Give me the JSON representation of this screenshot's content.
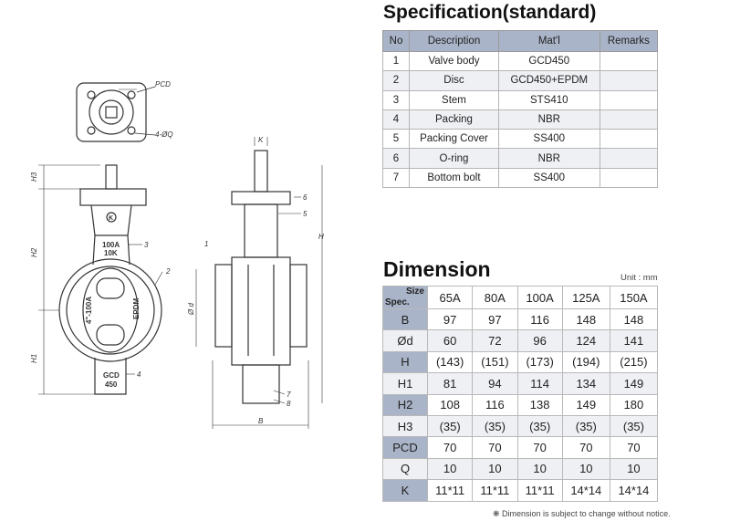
{
  "drawing": {
    "labels": {
      "pcd": "PCD",
      "holes": "4-ØQ",
      "k": "K",
      "h3": "H3",
      "h2": "H2",
      "h1": "H1",
      "h": "H",
      "d": "Ø d",
      "b": "B",
      "body_mark_1": "100A",
      "body_mark_2": "10K",
      "disc_mark_1": "4\"-100A",
      "disc_mark_2": "EPDM",
      "bottom_mark_1": "GCD",
      "bottom_mark_2": "450",
      "logo": "K",
      "n1": "1",
      "n2": "2",
      "n3": "3",
      "n4": "4",
      "n5": "5",
      "n6": "6",
      "n7": "7",
      "n8": "8"
    }
  },
  "specification": {
    "title": "Specification(standard)",
    "headers": [
      "No",
      "Description",
      "Mat'l",
      "Remarks"
    ],
    "rows": [
      [
        "1",
        "Valve body",
        "GCD450",
        ""
      ],
      [
        "2",
        "Disc",
        "GCD450+EPDM",
        ""
      ],
      [
        "3",
        "Stem",
        "STS410",
        ""
      ],
      [
        "4",
        "Packing",
        "NBR",
        ""
      ],
      [
        "5",
        "Packing Cover",
        "SS400",
        ""
      ],
      [
        "6",
        "O-ring",
        "NBR",
        ""
      ],
      [
        "7",
        "Bottom bolt",
        "SS400",
        ""
      ]
    ]
  },
  "dimension": {
    "title": "Dimension",
    "unit": "Unit : mm",
    "corner_size": "Size",
    "corner_spec": "Spec.",
    "sizes": [
      "65A",
      "80A",
      "100A",
      "125A",
      "150A"
    ],
    "rows": [
      {
        "label": "B",
        "values": [
          "97",
          "97",
          "116",
          "148",
          "148"
        ]
      },
      {
        "label": "Ød",
        "values": [
          "60",
          "72",
          "96",
          "124",
          "141"
        ]
      },
      {
        "label": "H",
        "values": [
          "(143)",
          "(151)",
          "(173)",
          "(194)",
          "(215)"
        ]
      },
      {
        "label": "H1",
        "values": [
          "81",
          "94",
          "114",
          "134",
          "149"
        ]
      },
      {
        "label": "H2",
        "values": [
          "108",
          "116",
          "138",
          "149",
          "180"
        ]
      },
      {
        "label": "H3",
        "values": [
          "(35)",
          "(35)",
          "(35)",
          "(35)",
          "(35)"
        ]
      },
      {
        "label": "PCD",
        "values": [
          "70",
          "70",
          "70",
          "70",
          "70"
        ]
      },
      {
        "label": "Q",
        "values": [
          "10",
          "10",
          "10",
          "10",
          "10"
        ]
      },
      {
        "label": "K",
        "values": [
          "11*11",
          "11*11",
          "11*11",
          "14*14",
          "14*14"
        ]
      }
    ],
    "note": "❋ Dimension is subject to change without notice."
  }
}
